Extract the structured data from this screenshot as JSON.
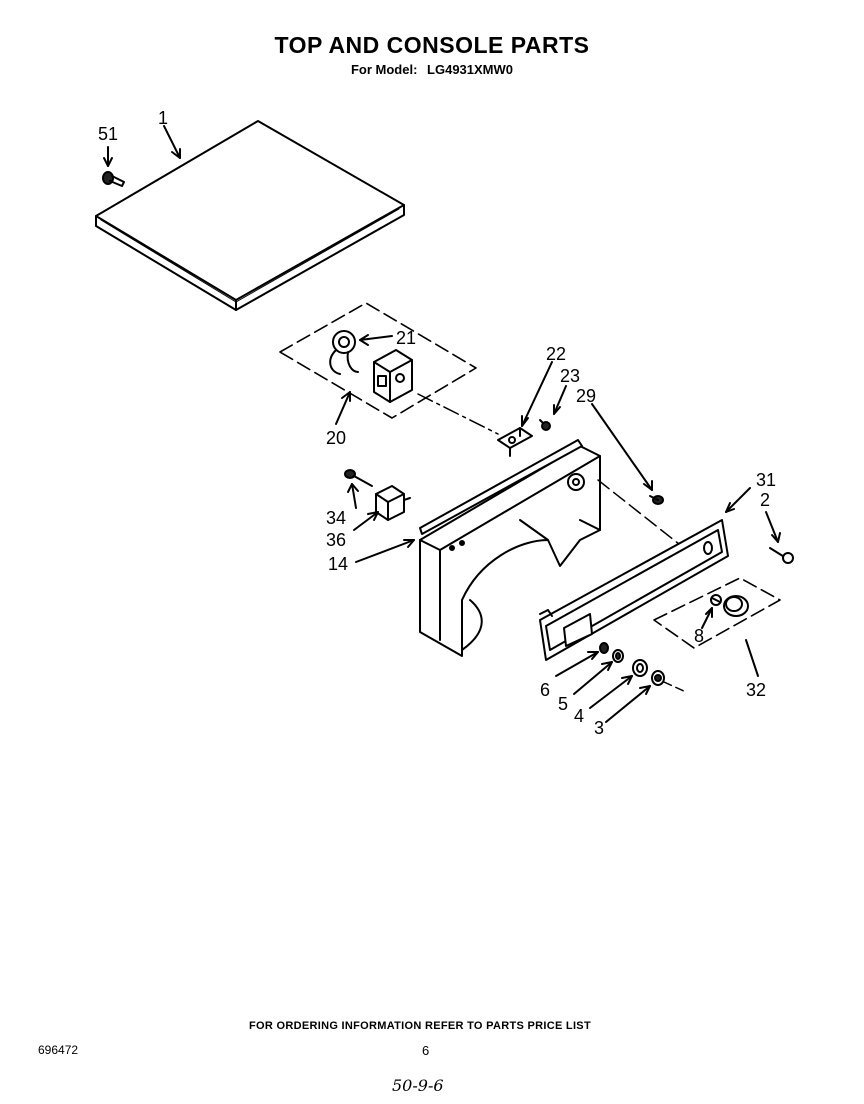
{
  "header": {
    "title": "TOP AND CONSOLE PARTS",
    "model_label": "For Model:",
    "model_number": "LG4931XMW0"
  },
  "callouts": {
    "c51": "51",
    "c1": "1",
    "c21": "21",
    "c20": "20",
    "c22": "22",
    "c23": "23",
    "c29": "29",
    "c34": "34",
    "c36": "36",
    "c14": "14",
    "c31": "31",
    "c2": "2",
    "c8": "8",
    "c32": "32",
    "c6": "6",
    "c5": "5",
    "c4": "4",
    "c3": "3"
  },
  "footer": {
    "ordering_note": "FOR ORDERING INFORMATION REFER TO PARTS PRICE LIST",
    "doc_number": "696472",
    "page_number": "6",
    "handwritten_note": "50-9-6"
  }
}
